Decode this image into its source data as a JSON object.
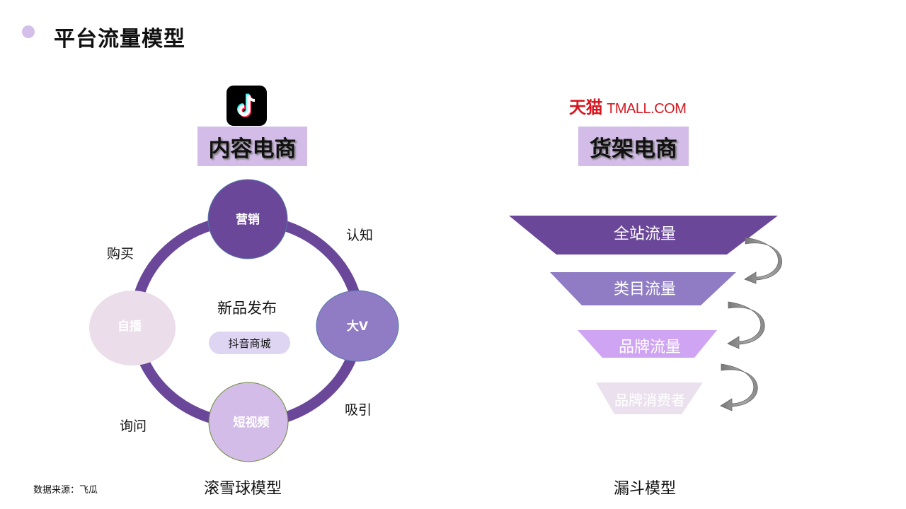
{
  "header": {
    "title": "平台流量模型"
  },
  "left": {
    "logo": "tiktok-logo",
    "tag": "内容电商",
    "nodes": {
      "top": "营销",
      "right": "大V",
      "bottom": "短视频",
      "left": "自播"
    },
    "edges": {
      "top_right": "认知",
      "bottom_right": "吸引",
      "bottom_left": "询问",
      "top_left": "购买"
    },
    "center_title": "新品发布",
    "center_pill": "抖音商城",
    "caption": "滚雪球模型"
  },
  "right": {
    "logo": {
      "cn": "天猫",
      "en": "TMALL.COM"
    },
    "tag": "货架电商",
    "funnel": [
      {
        "label": "全站流量",
        "color": "#6a4798"
      },
      {
        "label": "类目流量",
        "color": "#8f7cc4"
      },
      {
        "label": "品牌流量",
        "color": "#cfa4f2"
      },
      {
        "label": "品牌消费者",
        "color": "#ebe1ee"
      }
    ],
    "caption": "漏斗模型"
  },
  "footer": {
    "source": "数据来源：飞瓜"
  },
  "colors": {
    "ring": "#6a4798",
    "node_top": "#6a4798",
    "node_right": "#8f7cc4",
    "node_bottom": "#d3bde8",
    "node_left": "#ebdde9",
    "arrow": "#8c8c8c"
  }
}
